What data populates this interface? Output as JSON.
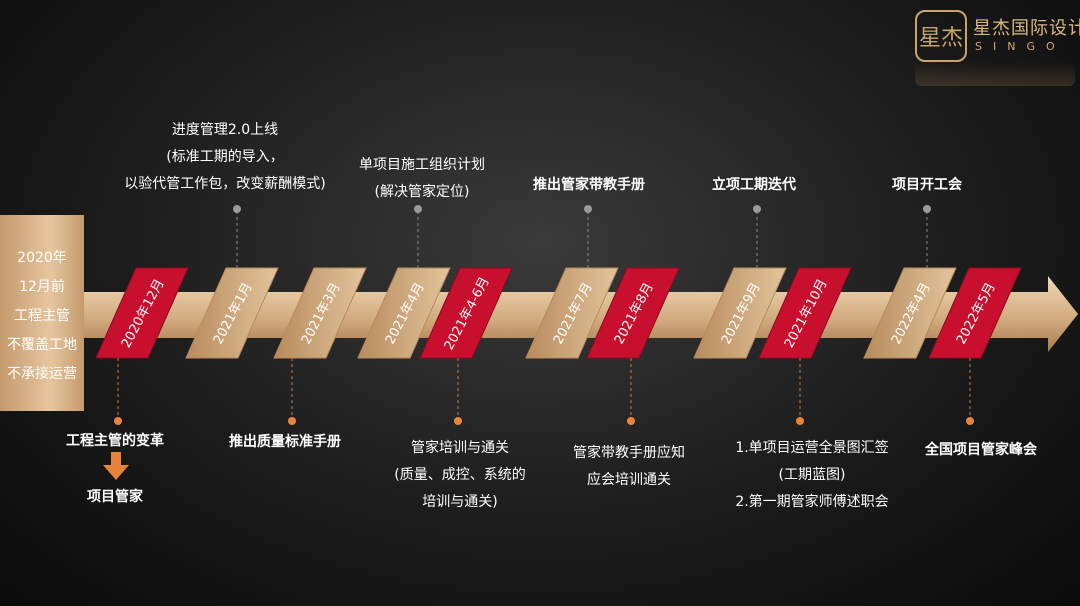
{
  "brand": {
    "mark": "星杰",
    "name": "星杰国际设计",
    "sub": "SINGO"
  },
  "left_box": [
    "2020年",
    "12月前",
    "工程主管",
    "不覆盖工地",
    "不承接运营"
  ],
  "ribbon_dates": [
    "2020年12月",
    "2021年1月",
    "2021年3月",
    "2021年4月",
    "2021年4-6月",
    "2021年7月",
    "2021年8月",
    "2021年9月",
    "2021年10月",
    "2022年4月",
    "2022年5月"
  ],
  "top_items": [
    {
      "lines": [
        "进度管理2.0上线",
        "(标准工期的导入，",
        "以验代管工作包，改变薪酬模式)"
      ]
    },
    {
      "lines": [
        "单项目施工组织计划",
        "(解决管家定位)"
      ]
    },
    {
      "lines": [
        "推出管家带教手册"
      ]
    },
    {
      "lines": [
        "立项工期迭代"
      ]
    },
    {
      "lines": [
        "项目开工会"
      ]
    }
  ],
  "bottom_items": [
    {
      "lines": [
        "工程主管的变革"
      ],
      "result": "项目管家"
    },
    {
      "lines": [
        "推出质量标准手册"
      ]
    },
    {
      "lines": [
        "管家培训与通关",
        "(质量、成控、系统的",
        "培训与通关)"
      ]
    },
    {
      "lines": [
        "管家带教手册应知",
        "应会培训通关"
      ]
    },
    {
      "lines": [
        "1.单项目运营全景图汇签",
        "(工期蓝图)",
        "2.第一期管家师傅述职会"
      ]
    },
    {
      "lines": [
        "全国项目管家峰会"
      ]
    }
  ],
  "colors": {
    "gold_light": "#e9cfa8",
    "gold_dark": "#a77a4e",
    "red": "#c8102e",
    "top_dot": "#9a9a9a",
    "bottom_dot": "#e8843a"
  }
}
